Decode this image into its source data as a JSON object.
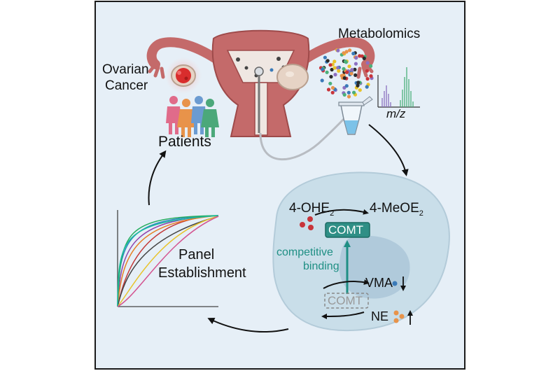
{
  "labels": {
    "metabolomics": "Metabolomics",
    "mz": "m/z",
    "ovarian": "Ovarian",
    "cancer": "Cancer",
    "patients": "Patients",
    "panel": "Panel",
    "establishment": "Establishment"
  },
  "cell": {
    "substrate_base": "4-OHE",
    "substrate_sub": "2",
    "product_base": "4-MeOE",
    "product_sub": "2",
    "enzyme": "COMT",
    "inhibited_enzyme": "COMT",
    "competitive_line1": "competitive",
    "competitive_line2": "binding",
    "vma": "VMA",
    "ne": "NE"
  },
  "colors": {
    "background": "#e6eff7",
    "frame": "#1a1a1a",
    "teal": "#1f8f84",
    "comt_fill": "#2f8f86",
    "cell_fill": "#c9dee9",
    "nucleus_fill": "#b0cadb",
    "uterus": "#c46a6a",
    "tumor": "#d92d2d",
    "arrow": "#111111"
  },
  "icons": [
    "uterus-icon",
    "tumor-icon",
    "patients-icon",
    "particle-cloud-icon",
    "mass-spectrum-icon",
    "sample-tube-icon",
    "roc-curves-icon",
    "cell-icon"
  ]
}
